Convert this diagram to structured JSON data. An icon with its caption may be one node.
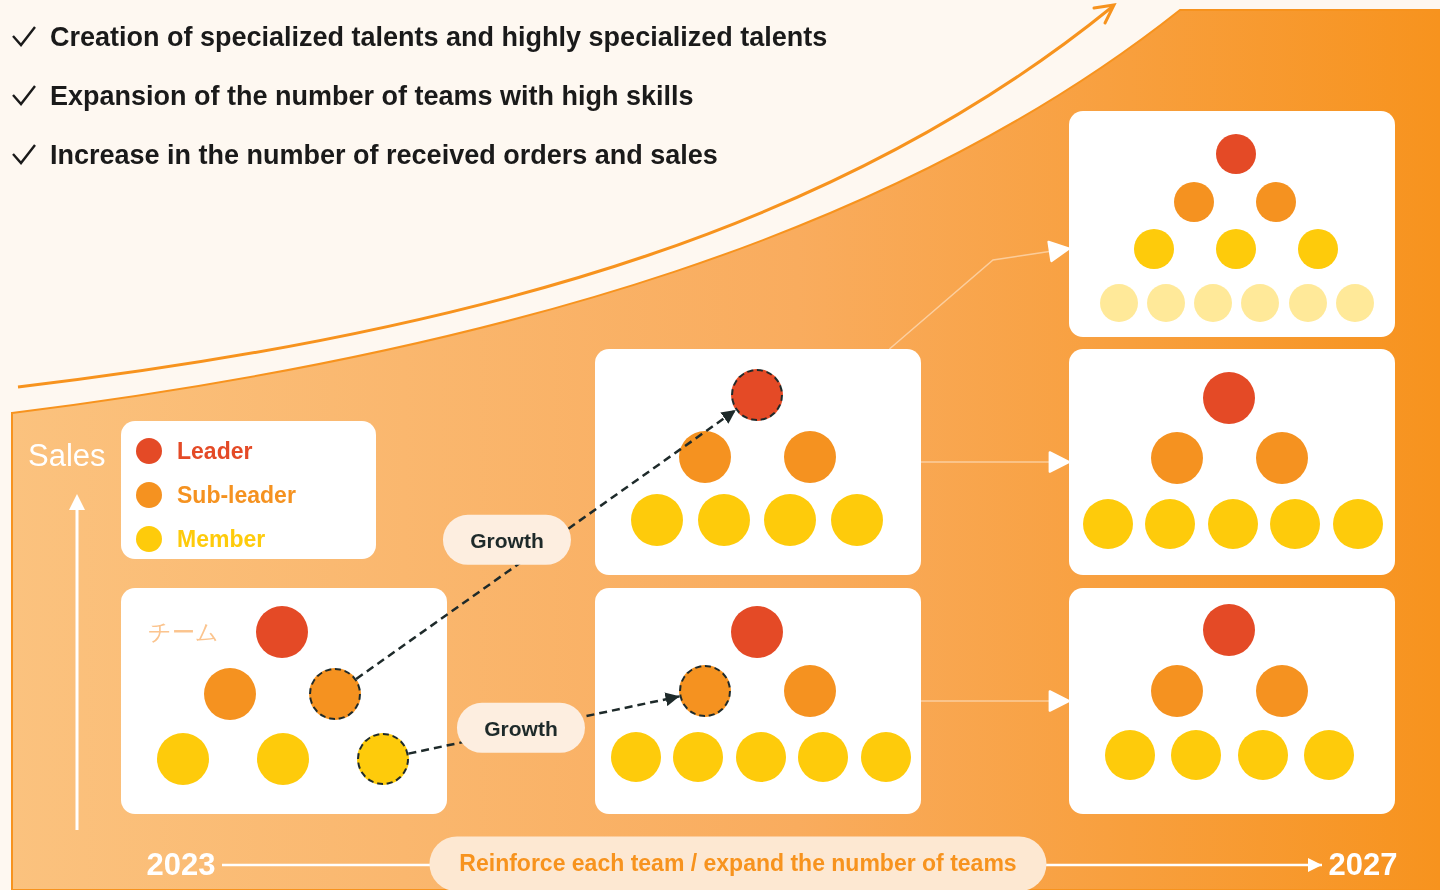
{
  "diagram": {
    "nodes": [
      {
        "text": [
          "チーム"
        ]
      },
      {
        "text": [],
        "shape": "circle",
        "in": 0
      },
      {
        "text": [],
        "shape": "circle",
        "in": 0
      },
      {
        "text": [],
        "shape": "box"
      },
      {
        "text": [],
        "shape": "circle",
        "in": 3
      },
      {
        "text": [],
        "shape": "box"
      },
      {
        "text": [],
        "shape": "circle",
        "in": 5
      },
      {
        "text": [],
        "shape": "box"
      },
      {
        "text": [],
        "shape": "box"
      },
      {
        "text": [],
        "shape": "box"
      },
      {
        "text": [
          "2023"
        ]
      },
      {
        "text": [
          "2027"
        ]
      }
    ],
    "edges": [
      {
        "from": 1,
        "to": 4,
        "arrow": "to",
        "label": "Growth",
        "style": "dashed",
        "color": "#1e2a2a"
      },
      {
        "from": 2,
        "to": 6,
        "arrow": "to",
        "label": "Growth",
        "style": "dashed",
        "color": "#1e2a2a"
      },
      {
        "from": 3,
        "to": 7,
        "arrow": "to",
        "color": "#ffffff"
      },
      {
        "from": 3,
        "to": 8,
        "arrow": "to",
        "color": "#ffffff"
      },
      {
        "from": 5,
        "to": 9,
        "arrow": "to",
        "color": "#ffffff"
      },
      {
        "from": 10,
        "to": 11,
        "arrow": "to",
        "label": "Reinforce each team / expand the number of teams",
        "color": "#ffffff"
      }
    ],
    "labels": [
      "Creation of specialized talents and highly specialized talents",
      "Expansion of the number of teams with high skills",
      "Increase in the number of received orders and sales",
      "Sales"
    ],
    "legend": [
      {
        "text": "Leader",
        "color": "#e44a26"
      },
      {
        "text": "Sub-leader",
        "color": "#f59220"
      },
      {
        "text": "Member",
        "color": "#fecb0b"
      }
    ]
  }
}
